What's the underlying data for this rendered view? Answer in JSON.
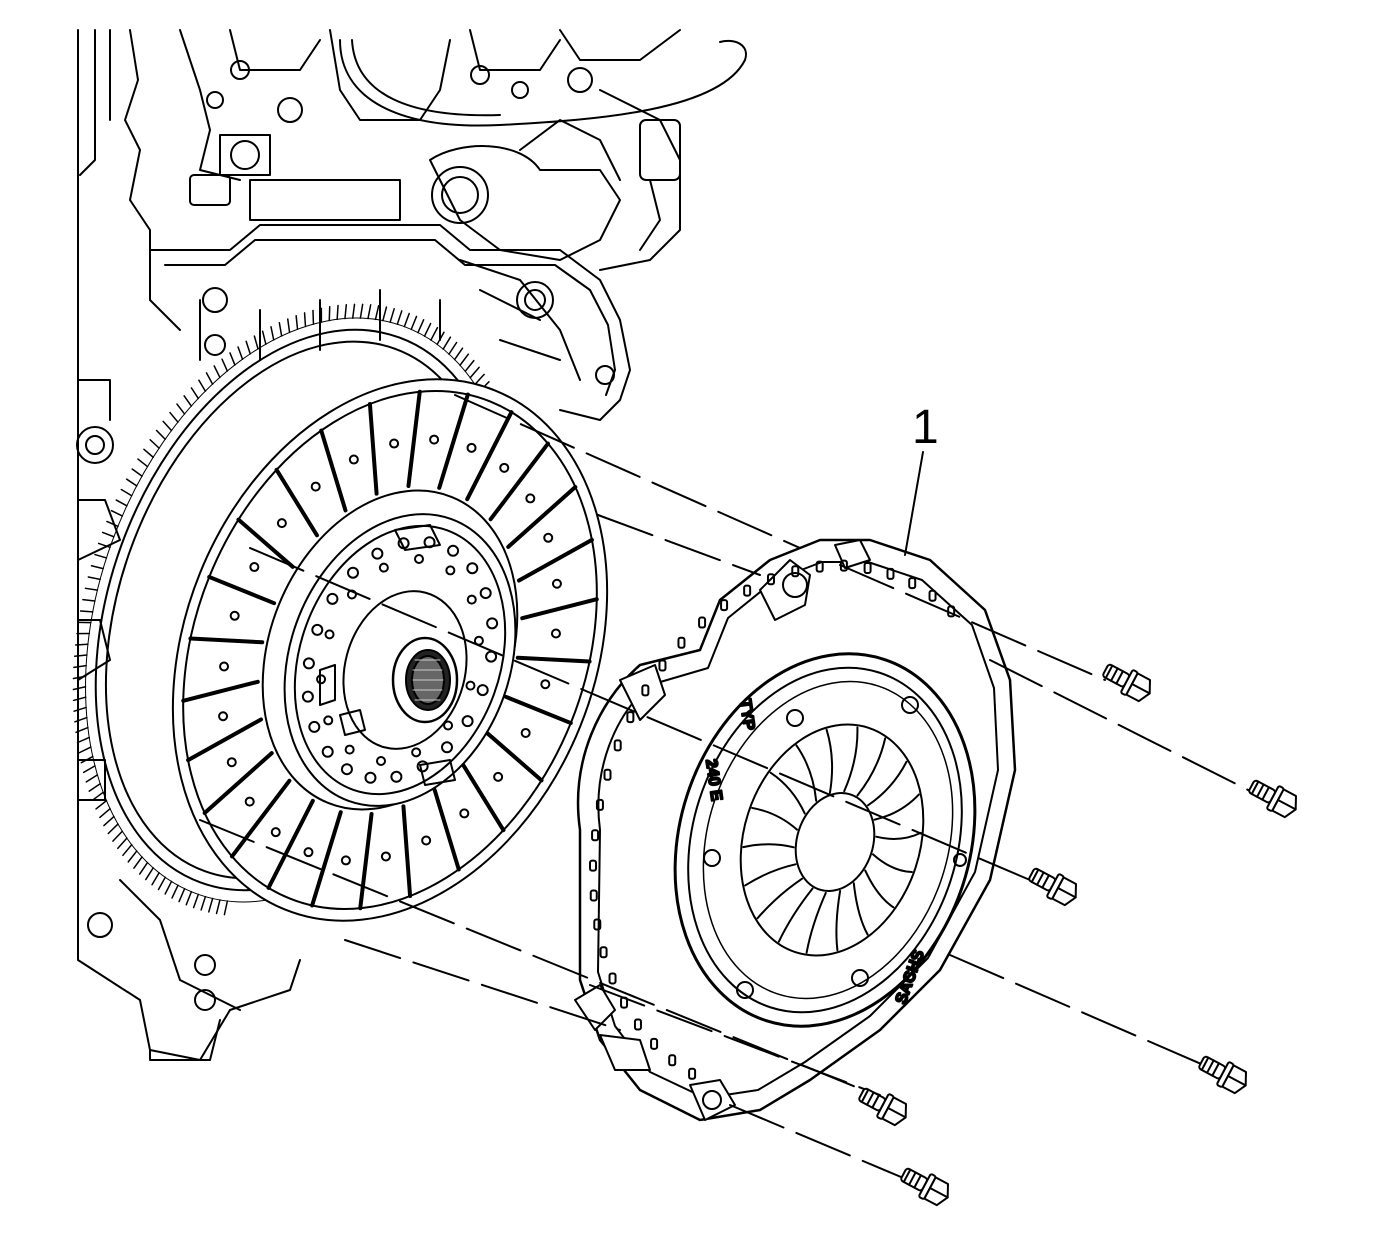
{
  "callouts": [
    {
      "label": "1",
      "target": "pressure-plate"
    }
  ],
  "stamps": {
    "typ": "TYP",
    "size": "240 E",
    "maker": "SACHS"
  },
  "parts": {
    "bolt_count": 6
  }
}
